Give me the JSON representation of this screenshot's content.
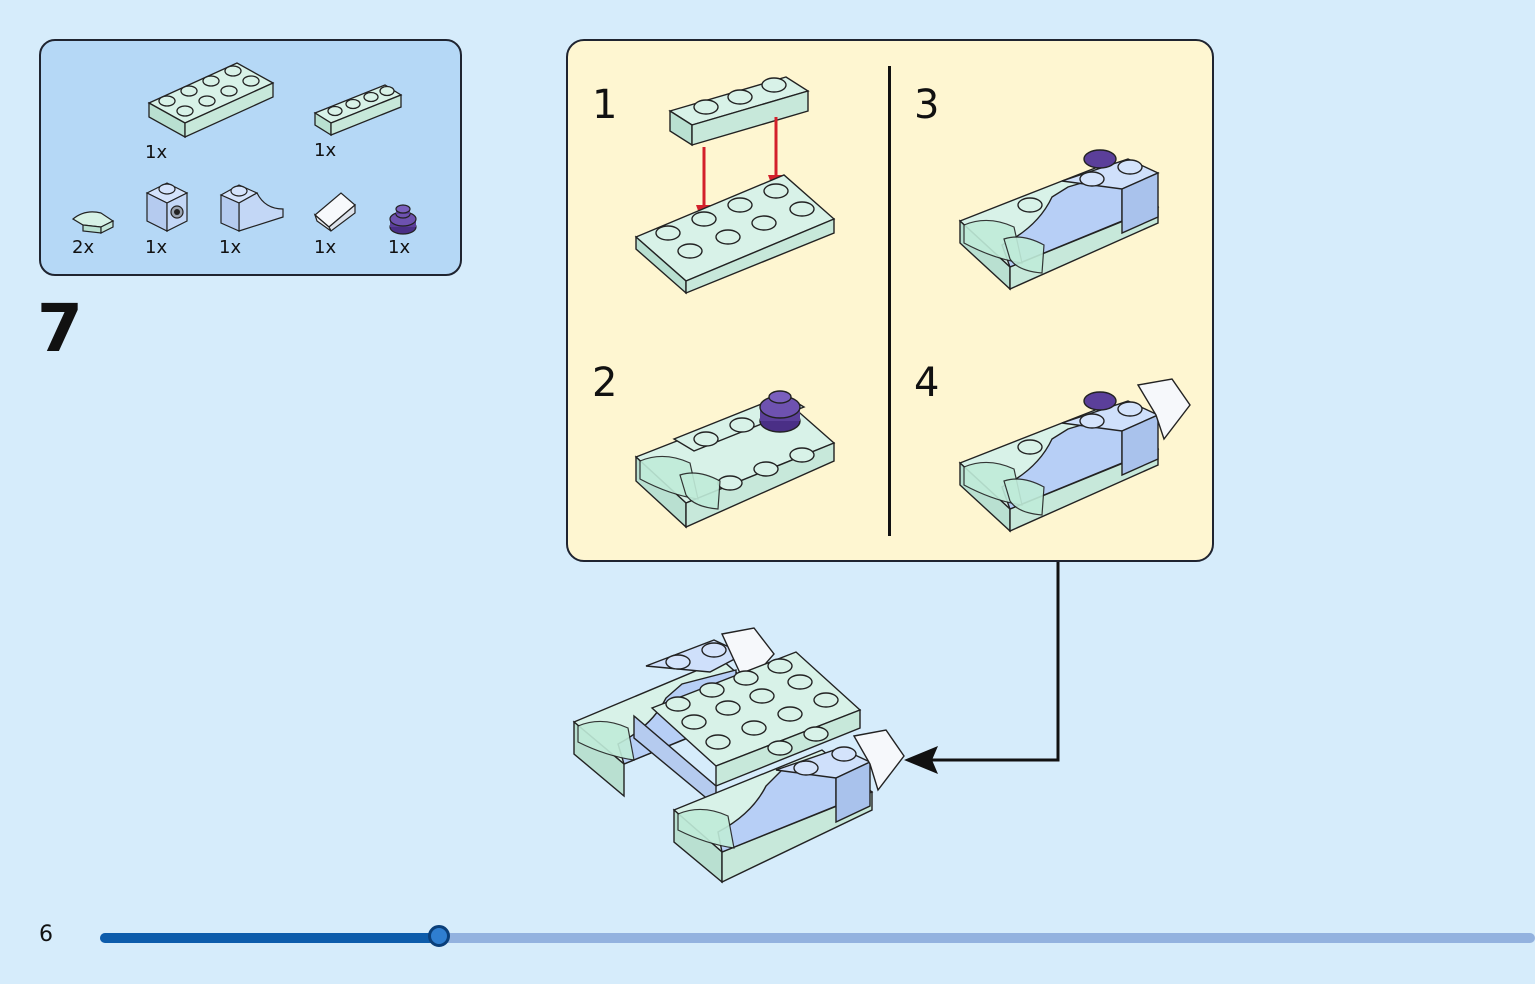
{
  "parts_list": {
    "items": [
      {
        "quantity": "1x",
        "part": "plate-2x4-mint"
      },
      {
        "quantity": "1x",
        "part": "plate-1x4-mint"
      },
      {
        "quantity": "2x",
        "part": "tile-quarter-round-mint"
      },
      {
        "quantity": "1x",
        "part": "brick-1x1-side-stud-light-blue"
      },
      {
        "quantity": "1x",
        "part": "slope-curved-light-blue"
      },
      {
        "quantity": "1x",
        "part": "slope-white"
      },
      {
        "quantity": "1x",
        "part": "round-plate-purple"
      }
    ]
  },
  "step": {
    "number": "7"
  },
  "substeps": [
    {
      "number": "1"
    },
    {
      "number": "3"
    },
    {
      "number": "2"
    },
    {
      "number": "4"
    }
  ],
  "colors": {
    "mint": "#ccebe0",
    "light_blue": "#b7cff6",
    "purple": "#5b3f9a",
    "red_arrow": "#d3202b",
    "white_brick": "#f6f8fb",
    "panel": "#fef6d1",
    "page": "#d6ecfb"
  },
  "footer": {
    "page_number": "6",
    "progress": 0.236
  }
}
